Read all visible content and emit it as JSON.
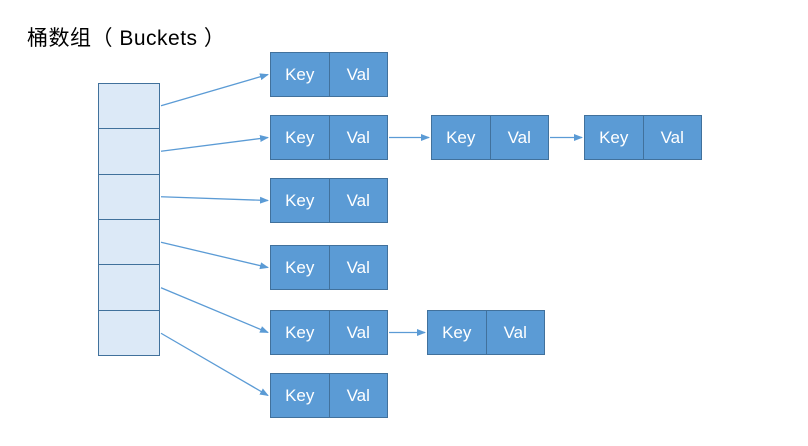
{
  "title": "桶数组（ Buckets ）",
  "node": {
    "key_label": "Key",
    "val_label": "Val"
  },
  "bucket_array": {
    "cell_count": 6
  },
  "chains": [
    {
      "bucket": 1,
      "nodes": 1
    },
    {
      "bucket": 2,
      "nodes": 3
    },
    {
      "bucket": 3,
      "nodes": 1
    },
    {
      "bucket": 4,
      "nodes": 1
    },
    {
      "bucket": 5,
      "nodes": 2
    },
    {
      "bucket": 6,
      "nodes": 1
    }
  ],
  "colors": {
    "node_fill": "#5b9bd5",
    "node_border": "#41719c",
    "bucket_fill": "#dce9f7",
    "bucket_border": "#41719c",
    "arrow": "#5b9bd5",
    "node_text": "#ffffff",
    "title_text": "#000000"
  }
}
